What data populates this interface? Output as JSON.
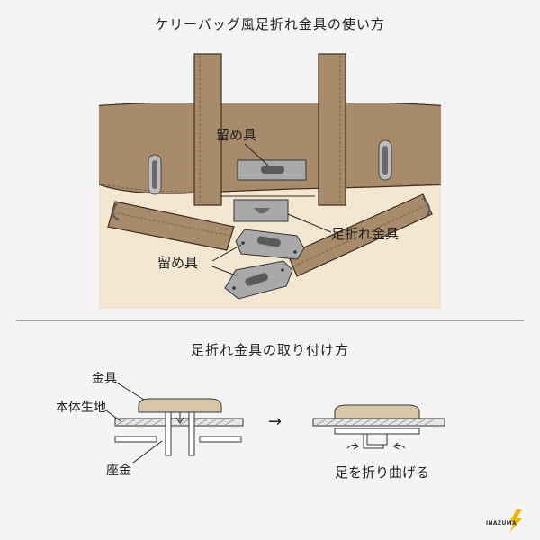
{
  "section1": {
    "title": "ケリーバッグ風足折れ金具の使い方",
    "label_clasp_top": "留め具",
    "label_fold_fitting": "足折れ金具",
    "label_clasp_bottom": "留め具"
  },
  "section2": {
    "title": "足折れ金具の取り付け方",
    "label_fitting": "金具",
    "label_fabric": "本体生地",
    "label_washer": "座金",
    "arrow": "→",
    "label_bend": "足を折り曲げる"
  },
  "logo": {
    "text": "INAZUMA"
  },
  "colors": {
    "background": "#f4f4f4",
    "bag": "#a88b6a",
    "inner": "#f3e7d1",
    "metal": "#a9a9a9",
    "fitting_top": "#d8c7a6"
  }
}
